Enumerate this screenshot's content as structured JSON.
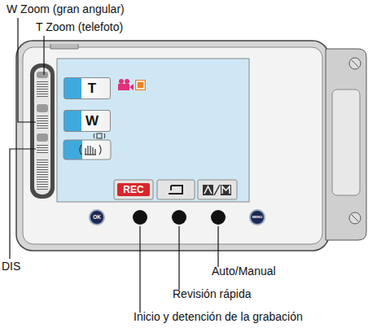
{
  "diagram": {
    "nodes": [
      {
        "text": [
          "T"
        ]
      },
      {
        "text": [
          "W"
        ]
      },
      {
        "text": [
          "REC"
        ]
      }
    ],
    "labels": [
      "W Zoom (gran angular)",
      "T Zoom (telefoto)",
      "DIS",
      "Auto/Manual",
      "Revisión rápida",
      "Inicio y detención de la grabación",
      "OK",
      "MENU"
    ]
  }
}
